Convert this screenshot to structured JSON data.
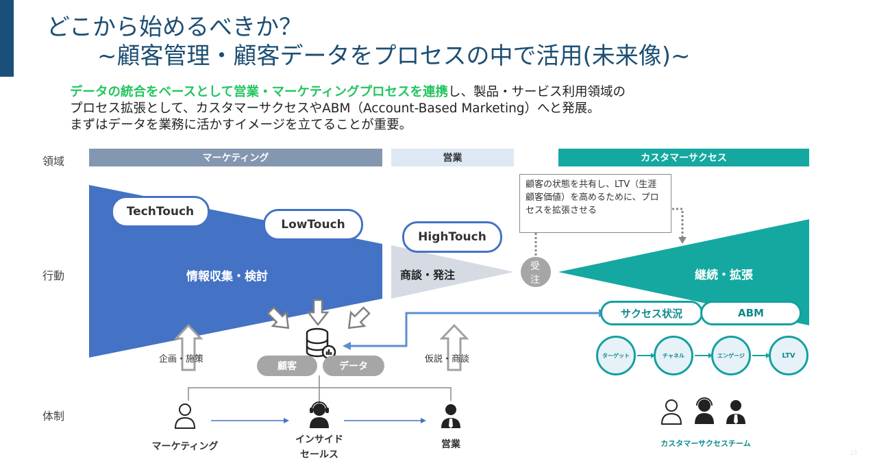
{
  "title": {
    "line1": "どこから始めるべきか？",
    "line2": "~顧客管理・顧客データをプロセスの中で活用(未来像)~"
  },
  "description": {
    "highlight": "データの統合をベースとして営業・マーケティングプロセスを連携",
    "line1_rest": "し、製品・サービス利用領域の",
    "line2": "プロセス拡張として、カスタマーサクセスやABM（Account-Based Marketing）へと発展。",
    "line3": "まずはデータを業務に活かすイメージを立てることが重要。"
  },
  "row_labels": {
    "domain": "領域",
    "action": "行動",
    "structure": "体制"
  },
  "bands": {
    "marketing": "マーケティング",
    "sales": "営業",
    "success": "カスタマーサクセス"
  },
  "pills": {
    "tech": "TechTouch",
    "low": "LowTouch",
    "high": "HighTouch"
  },
  "shapes": {
    "marketing": "情報収集・検討",
    "sales": "商談・発注",
    "order_circle_top": "受",
    "order_circle_bottom": "注",
    "success": "継続・拡張"
  },
  "note": "顧客の状態を共有し、LTV（生涯顧客価値）を高めるために、プロセスを拡張させる",
  "success_tags": {
    "status": "サクセス状況",
    "abm": "ABM"
  },
  "funnel_steps": [
    "ターゲット",
    "チャネル",
    "エンゲージ",
    "LTV"
  ],
  "data_labels": {
    "customer": "顧客",
    "data": "データ"
  },
  "arrow_labels": {
    "planning": "企画・施策",
    "hypothesis": "仮説・商談"
  },
  "people": {
    "marketing": "マーケティング",
    "inside_1": "インサイド",
    "inside_2": "セールス",
    "sales": "営業",
    "team": "カスタマーサクセスチーム"
  },
  "page_number": "15",
  "colors": {
    "marketing_band": "#8497b0",
    "sales_band": "#dde8f4",
    "success_band": "#14a8a0",
    "marketing_shape": "#4472c4",
    "sales_shape": "#d6dbe3",
    "success_shape": "#14a8a0",
    "highlight_text": "#22c55e"
  }
}
